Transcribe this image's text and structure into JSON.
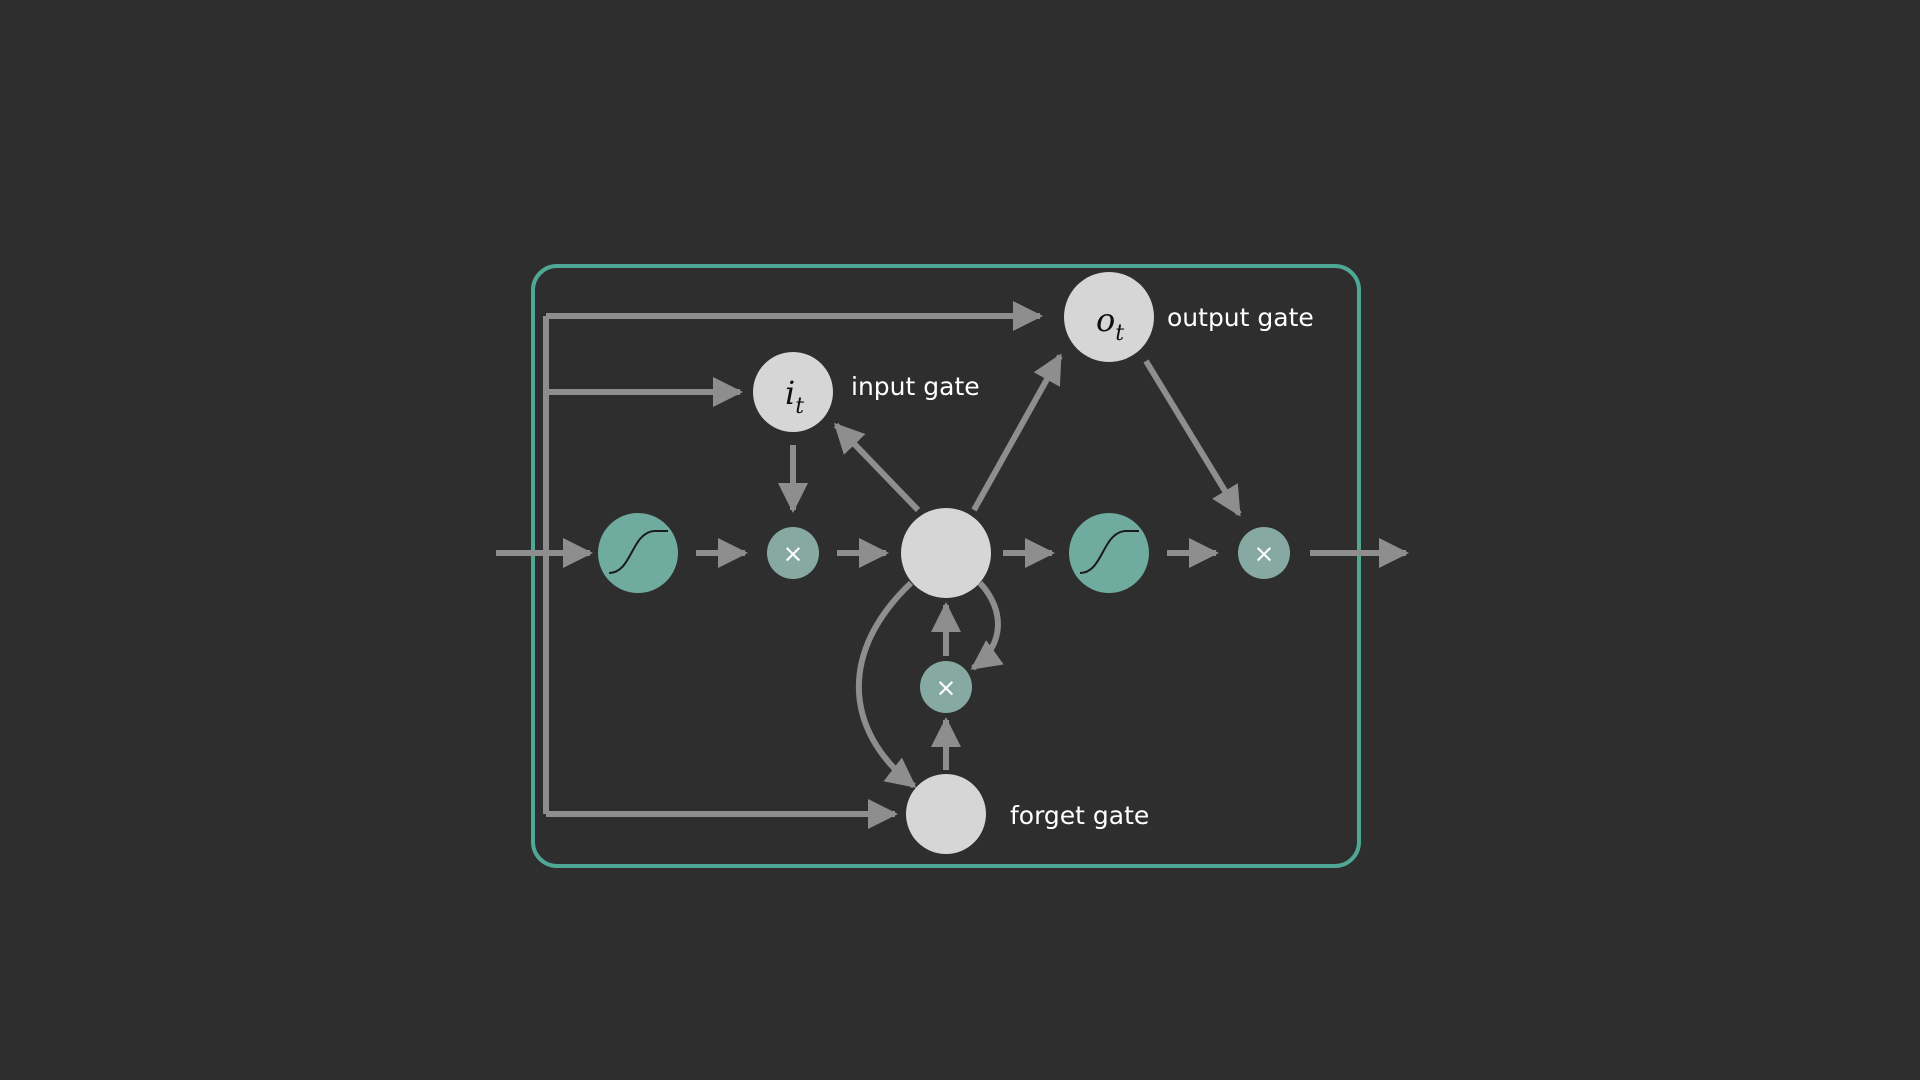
{
  "colors": {
    "background": "#2e2e2e",
    "frame": "#4fa895",
    "arrow": "#8e8e8e",
    "node": "#d6d6d6",
    "activation": "#6fab9f",
    "multiply": "#86aaa2",
    "label_text": "#ffffff",
    "node_text": "#111111"
  },
  "nodes": {
    "input_gate": {
      "symbol": "i",
      "subscript": "t",
      "label": "input gate"
    },
    "output_gate": {
      "symbol": "o",
      "subscript": "t",
      "label": "output gate"
    },
    "forget_gate": {
      "label": "forget gate"
    },
    "multiply_symbol": "×"
  },
  "icons": [
    "sigmoid-icon",
    "multiply-icon",
    "arrow-icon"
  ]
}
